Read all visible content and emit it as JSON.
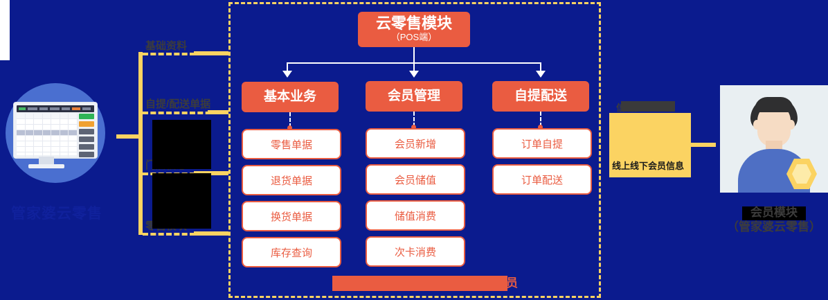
{
  "left": {
    "caption": "管家婆云零售",
    "illustration_name": "desktop-monitor-illustration"
  },
  "tree": {
    "labels": [
      {
        "text": "基础资料"
      },
      {
        "text": "自提/配送单据"
      },
      {
        "text": "门店信息"
      },
      {
        "text": "零售模块"
      }
    ]
  },
  "main": {
    "root": {
      "title": "云零售模块",
      "subtitle": "（POS端）"
    },
    "branches": [
      {
        "title": "基本业务",
        "items": [
          "零售单据",
          "退货单据",
          "换货单据",
          "库存查询"
        ]
      },
      {
        "title": "会员管理",
        "items": [
          "会员新增",
          "会员储值",
          "储值消费",
          "次卡消费"
        ]
      },
      {
        "title": "自提配送",
        "items": [
          "订单自提",
          "订单配送"
        ]
      }
    ],
    "bottom_note": "员"
  },
  "right": {
    "box_label_partial": "信                据",
    "box_text": "线上线下会员信息",
    "caption_line1": "会员模块",
    "caption_line2": "（管家婆云零售）",
    "illustration_name": "member-avatar-illustration"
  },
  "colors": {
    "background": "#0b1b8e",
    "accent_red": "#ea5c41",
    "accent_yellow": "#fbd362",
    "card_bg": "#ffffff",
    "redaction": "#000000"
  }
}
